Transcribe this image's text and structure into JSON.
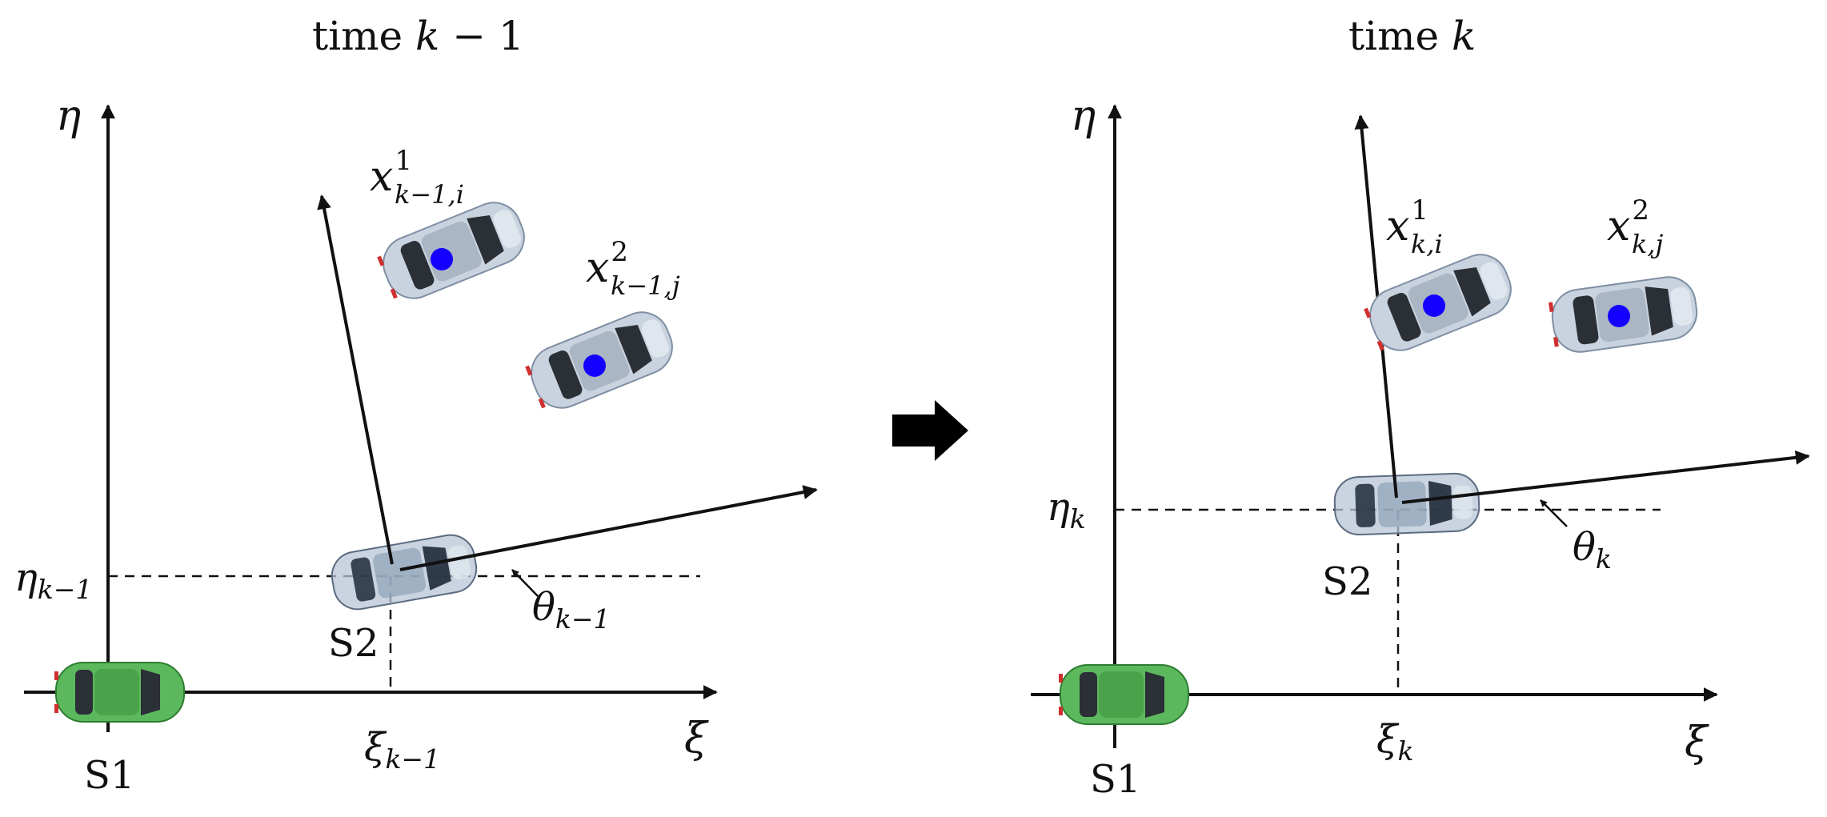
{
  "panels": [
    {
      "id": "prev",
      "title_prefix": "time ",
      "title_var": "k",
      "title_suffix": " − 1",
      "axis_x": "ξ",
      "axis_y": "η",
      "sensor_static": "S1",
      "sensor_moving": "S2",
      "pos_x_base": "ξ",
      "pos_x_sub": "k−1",
      "pos_y_base": "η",
      "pos_y_sub": "k−1",
      "heading_base": "θ",
      "heading_sub": "k−1",
      "target1_base": "x",
      "target1_sup": "1",
      "target1_sub": "k−1,i",
      "target2_base": "x",
      "target2_sup": "2",
      "target2_sub": "k−1,j"
    },
    {
      "id": "curr",
      "title_prefix": "time ",
      "title_var": "k",
      "title_suffix": "",
      "axis_x": "ξ",
      "axis_y": "η",
      "sensor_static": "S1",
      "sensor_moving": "S2",
      "pos_x_base": "ξ",
      "pos_x_sub": "k",
      "pos_y_base": "η",
      "pos_y_sub": "k",
      "heading_base": "θ",
      "heading_sub": "k",
      "target1_base": "x",
      "target1_sup": "1",
      "target1_sub": "k,i",
      "target2_base": "x",
      "target2_sup": "2",
      "target2_sub": "k,j"
    }
  ],
  "colors": {
    "ink": "#111111",
    "sensor_car": "#5cb85c",
    "sensor2_car": "#b8c6d6",
    "target_car": "#c9d3df",
    "target_marker": "#1400ff",
    "transition_arrow": "#000000"
  }
}
